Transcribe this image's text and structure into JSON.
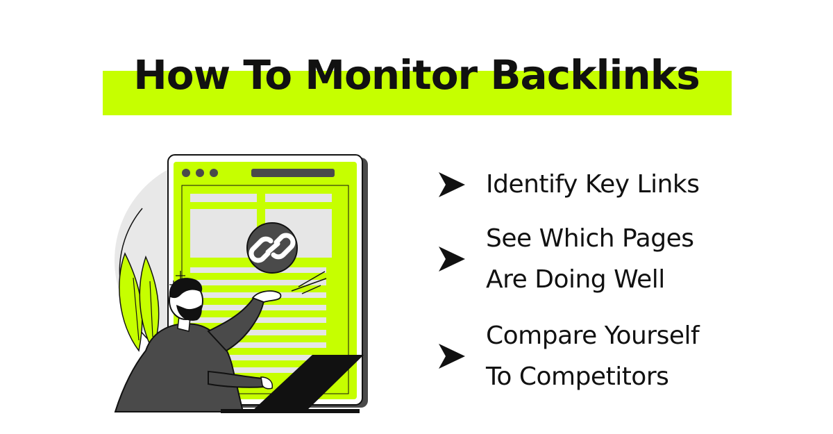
{
  "title": "How To Monitor Backlinks",
  "colors": {
    "accent": "#c6ff00",
    "text": "#111111",
    "dark_gray": "#4a4a4a",
    "light_gray": "#e6e6e6"
  },
  "illustration": {
    "icon": "chain-link-icon",
    "subject": "person-with-laptop-and-browser-window"
  },
  "points": [
    {
      "icon": "arrowhead-icon",
      "lines": [
        "Identify Key Links"
      ]
    },
    {
      "icon": "arrowhead-icon",
      "lines": [
        "See Which Pages",
        "Are Doing Well"
      ]
    },
    {
      "icon": "arrowhead-icon",
      "lines": [
        "Compare Yourself",
        "To Competitors"
      ]
    }
  ]
}
